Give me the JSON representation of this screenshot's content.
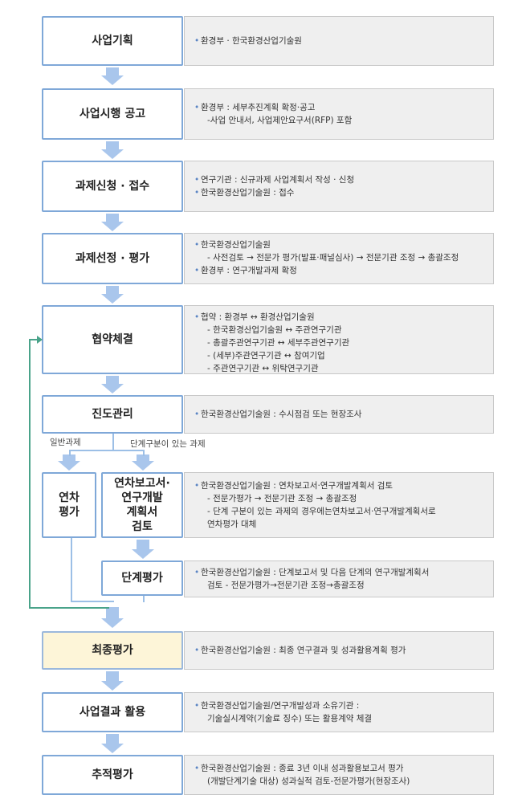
{
  "steps": [
    {
      "id": "s1",
      "title": "사업기획",
      "lines": [
        {
          "t": "환경부 · 한국환경산업기술원",
          "b": true
        }
      ]
    },
    {
      "id": "s2",
      "title": "사업시행 공고",
      "lines": [
        {
          "t": "환경부 : 세부추진계획 확정·공고",
          "b": true
        },
        {
          "t": "-사업 안내서, 사업제안요구서(RFP) 포함",
          "b": false
        }
      ]
    },
    {
      "id": "s3",
      "title": "과제신청 · 접수",
      "lines": [
        {
          "t": "연구기관 : 신규과제 사업계획서 작성 · 신청",
          "b": true
        },
        {
          "t": "한국환경산업기술원 : 접수",
          "b": true
        }
      ]
    },
    {
      "id": "s4",
      "title": "과제선정 · 평가",
      "lines": [
        {
          "t": "한국환경산업기술원",
          "b": true
        },
        {
          "t": "- 사전검토 → 전문가 평가(발표·패널심사) → 전문기관 조정 → 총괄조정",
          "b": false
        },
        {
          "t": "환경부 : 연구개발과제 확정",
          "b": true
        }
      ]
    },
    {
      "id": "s5",
      "title": "협약체결",
      "lines": [
        {
          "t": "협약 : 환경부 ↔ 환경산업기술원",
          "b": true
        },
        {
          "t": "- 한국환경산업기술원 ↔ 주관연구기관",
          "b": false
        },
        {
          "t": "- 총괄주관연구기관 ↔ 세부주관연구기관",
          "b": false
        },
        {
          "t": "- (세부)주관연구기관 ↔ 참여기업",
          "b": false
        },
        {
          "t": "- 주관연구기관 ↔ 위탁연구기관",
          "b": false
        }
      ]
    },
    {
      "id": "s6",
      "title": "진도관리",
      "lines": [
        {
          "t": "한국환경산업기술원 : 수시점검 또는 현장조사",
          "b": true
        }
      ]
    },
    {
      "id": "s7a",
      "title": "연차\n평가",
      "lines": []
    },
    {
      "id": "s7b",
      "title": "연차보고서·\n연구개발\n계획서\n검토",
      "lines": [
        {
          "t": "한국환경산업기술원 : 연차보고서·연구개발계획서 검토",
          "b": true
        },
        {
          "t": "- 전문가평가 → 전문기관 조정 → 총괄조정",
          "b": false
        },
        {
          "t": "- 단계 구분이 있는 과제의 경우에는연차보고서·연구개발계획서로",
          "b": false
        },
        {
          "t": "  연차평가 대체",
          "b": false
        }
      ]
    },
    {
      "id": "s8",
      "title": "단계평가",
      "lines": [
        {
          "t": "한국환경산업기술원 : 단계보고서 및 다음 단계의 연구개발계획서",
          "b": true
        },
        {
          "t": "검토  - 전문가평가→전문기관 조정→총괄조정",
          "b": false
        }
      ]
    },
    {
      "id": "s9",
      "title": "최종평가",
      "lines": [
        {
          "t": "한국환경산업기술원 : 최종 연구결과 및 성과활용계획 평가",
          "b": true
        }
      ]
    },
    {
      "id": "s10",
      "title": "사업결과 활용",
      "lines": [
        {
          "t": "한국환경산업기술원/연구개발성과 소유기관 :",
          "b": true
        },
        {
          "t": "기술실시계약(기술료 징수) 또는 활용계약 체결",
          "b": false
        }
      ]
    },
    {
      "id": "s11",
      "title": "추적평가",
      "lines": [
        {
          "t": "한국환경산업기술원 : 종료 3년 이내 성과활용보고서 평가",
          "b": true
        },
        {
          "t": "(개발단계기술 대상) 성과실적 검토-전문가평가(현장조사)",
          "b": false
        }
      ]
    }
  ],
  "branch_labels": {
    "general": "일반과제",
    "staged": "단계구분이 있는 과제"
  },
  "colors": {
    "border": "#7fa8d8",
    "arrow": "#a9c6ec",
    "final_fill": "#fdf5d8",
    "loop": "#4aa38a",
    "desc_bg": "#efefef"
  }
}
